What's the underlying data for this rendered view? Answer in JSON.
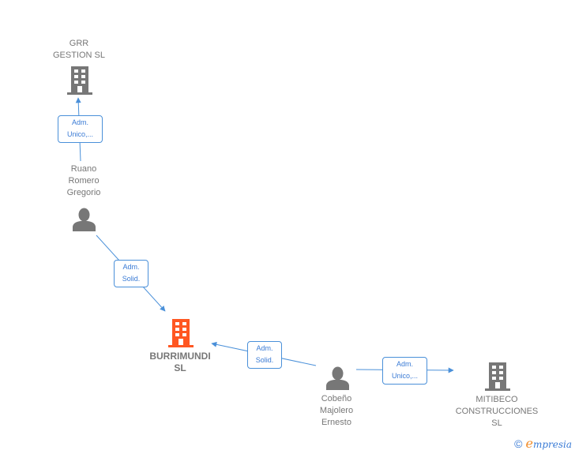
{
  "colors": {
    "edge": "#4a90d9",
    "company_icon": "#777777",
    "main_company_icon": "#ff5722",
    "person_icon": "#777777"
  },
  "nodes": {
    "grr": {
      "type": "company",
      "label": "GRR\nGESTION  SL"
    },
    "ruano": {
      "type": "person",
      "label": "Ruano\nRomero\nGregorio"
    },
    "burrimundi": {
      "type": "company-main",
      "label": "BURRIMUNDI\nSL"
    },
    "cobeno": {
      "type": "person",
      "label": "Cobeño\nMajolero\nErnesto"
    },
    "mitibeco": {
      "type": "company",
      "label": "MITIBECO\nCONSTRUCCIONES\nSL"
    }
  },
  "edges": [
    {
      "from": "ruano",
      "to": "grr",
      "label": "Adm.\nUnico,..."
    },
    {
      "from": "ruano",
      "to": "burrimundi",
      "label": "Adm.\nSolid."
    },
    {
      "from": "cobeno",
      "to": "burrimundi",
      "label": "Adm.\nSolid."
    },
    {
      "from": "cobeno",
      "to": "mitibeco",
      "label": "Adm.\nUnico,..."
    }
  ],
  "footer": {
    "copyright": "©",
    "brand_e": "e",
    "brand_rest": "mpresia"
  }
}
